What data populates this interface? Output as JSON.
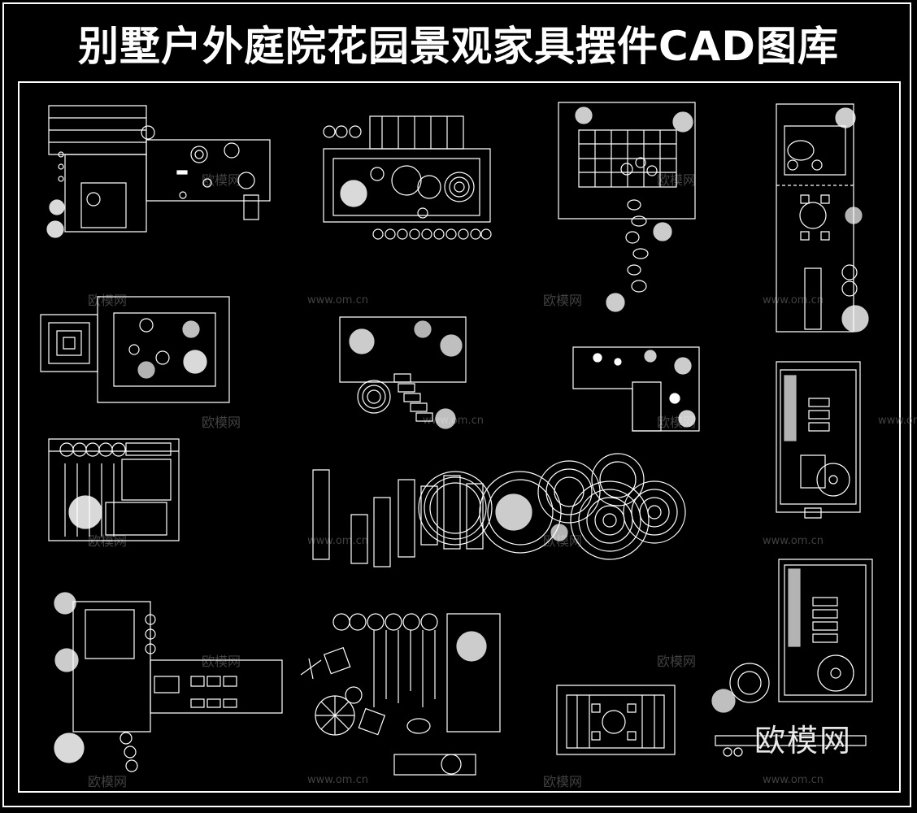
{
  "title": "别墅户外庭院花园景观家具摆件CAD图库",
  "watermark": {
    "brand": "欧模网",
    "url": "www.om.cn"
  },
  "logo": "欧模网",
  "colors": {
    "background": "#000000",
    "line": "#ffffff",
    "watermark": "#777777"
  }
}
